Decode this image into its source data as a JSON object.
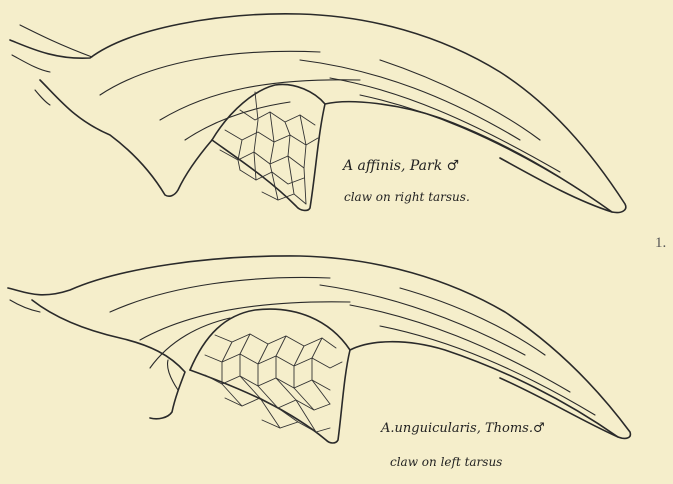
{
  "figures": [
    {
      "caption_line1": "A affinis, Park ♂",
      "caption_line2": "claw on right tarsus."
    },
    {
      "caption_line1": "A.unguicularis, Thoms.♂",
      "caption_line2": "claw on left tarsus"
    }
  ],
  "plate_number": "1.",
  "colors": {
    "paper": "#f5eecb",
    "ink": "#2a2a2a"
  }
}
